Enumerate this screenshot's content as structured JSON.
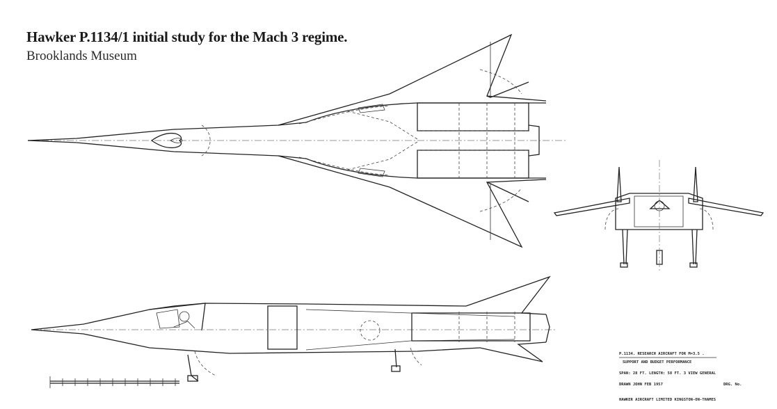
{
  "caption": {
    "title": "Hawker P.1134/1 initial study for the Mach 3 regime.",
    "credit": "Brooklands Museum"
  },
  "title_block": {
    "line1": "P.1134. RESEARCH AIRCRAFT FOR M=3.5 .",
    "line2": "SUPPORT AND BUDGET PERFORMANCE",
    "line3": "SPAN: 28 FT.   LENGTH: 58 FT.   3 VIEW GENERAL",
    "line4": "DRAWN  JOHN  FEB 1957",
    "line5": "DRG. No.",
    "line6": "HAWKER AIRCRAFT LIMITED   KINGSTON-ON-THAMES"
  },
  "colors": {
    "ink": "#222222",
    "paper": "#ffffff"
  }
}
